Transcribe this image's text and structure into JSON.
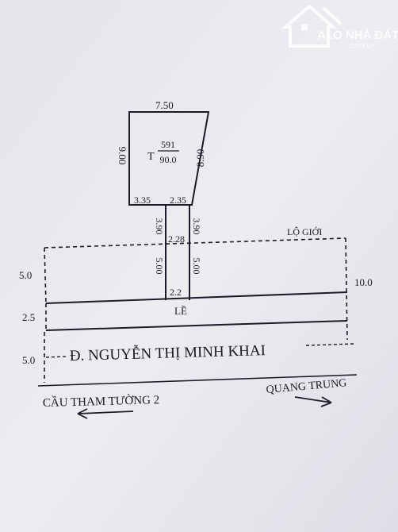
{
  "watermark": {
    "brand": "ALO NHÀ ĐẤT",
    "site": ".com.vn"
  },
  "lot": {
    "code_letter": "T",
    "parcel_number": "591",
    "area": "90.0",
    "top_width": "7.50",
    "left_depth": "9.00",
    "right_depth": "8.90",
    "bottom_left": "3.35",
    "bottom_right": "2.35"
  },
  "alley": {
    "upper_left": "3.90",
    "upper_right": "3.90",
    "upper_width": "2.28",
    "lower_left": "5.00",
    "lower_right": "5.00",
    "lower_width": "2.2"
  },
  "street": {
    "lo_gioi_label": "LỘ GIỚI",
    "setback_depth": "5.0",
    "right_total": "10.0",
    "sidewalk_label": "LỀ",
    "sidewalk_width": "2.5",
    "road_half_width": "5.0",
    "road_name": "Đ. NGUYỄN THỊ MINH KHAI"
  },
  "directions": {
    "left": "CẦU THAM TƯỜNG 2",
    "right": "QUANG TRUNG"
  }
}
